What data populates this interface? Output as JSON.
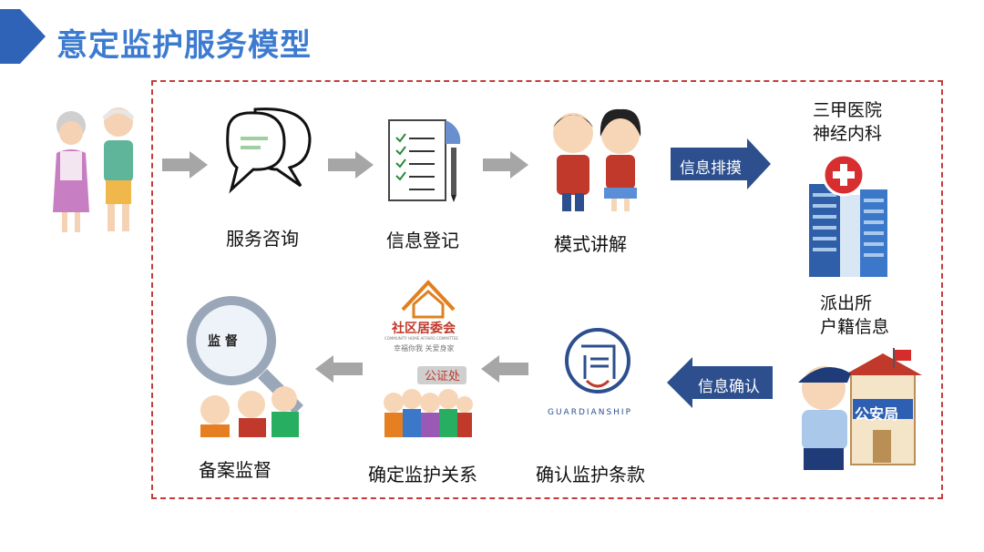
{
  "title": "意定监护服务模型",
  "steps": {
    "consult": "服务咨询",
    "register": "信息登记",
    "explain": "模式讲解",
    "filing": "备案监督",
    "relation": "确定监护关系",
    "terms": "确认监护条款"
  },
  "hospital": {
    "line1": "三甲医院",
    "line2": "神经内科",
    "label": ""
  },
  "police": {
    "line1": "派出所",
    "line2": "户籍信息",
    "sign": "公安局"
  },
  "arrows": {
    "screening": "信息排摸",
    "confirm": "信息确认"
  },
  "icons": {
    "magnifier_text": "监 督",
    "committee_name": "社区居委会",
    "committee_en": "COMMUNITY HOME AFFAIRS COMMITTEE",
    "committee_slogan": "幸福你我  关爱身家",
    "notary_sign": "公证处",
    "guardianship_word": "GUARDIANSHIP"
  },
  "colors": {
    "title": "#3d7bd0",
    "frame": "#c43c3c",
    "blue_arrow": "#2d4f8e",
    "gray_arrow": "#a6a6a6"
  }
}
